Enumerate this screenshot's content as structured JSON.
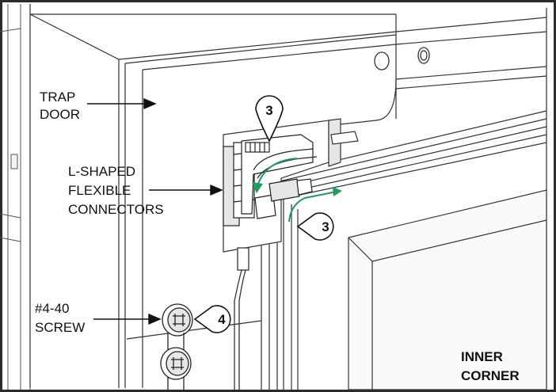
{
  "labels": {
    "trap_door_line1": "TRAP",
    "trap_door_line2": "DOOR",
    "connectors_line1": "L-SHAPED",
    "connectors_line2": "FLEXIBLE",
    "connectors_line3": "CONNECTORS",
    "screw_line1": "#4-40",
    "screw_line2": "SCREW",
    "corner_line1": "INNER",
    "corner_line2": "CORNER"
  },
  "steps": {
    "top": "3",
    "right": "3",
    "screw": "4"
  },
  "colors": {
    "frame": "#2b2b2b",
    "line": "#333333",
    "shade": "#e6e6e6",
    "arrow_green": "#1a9e5a"
  }
}
